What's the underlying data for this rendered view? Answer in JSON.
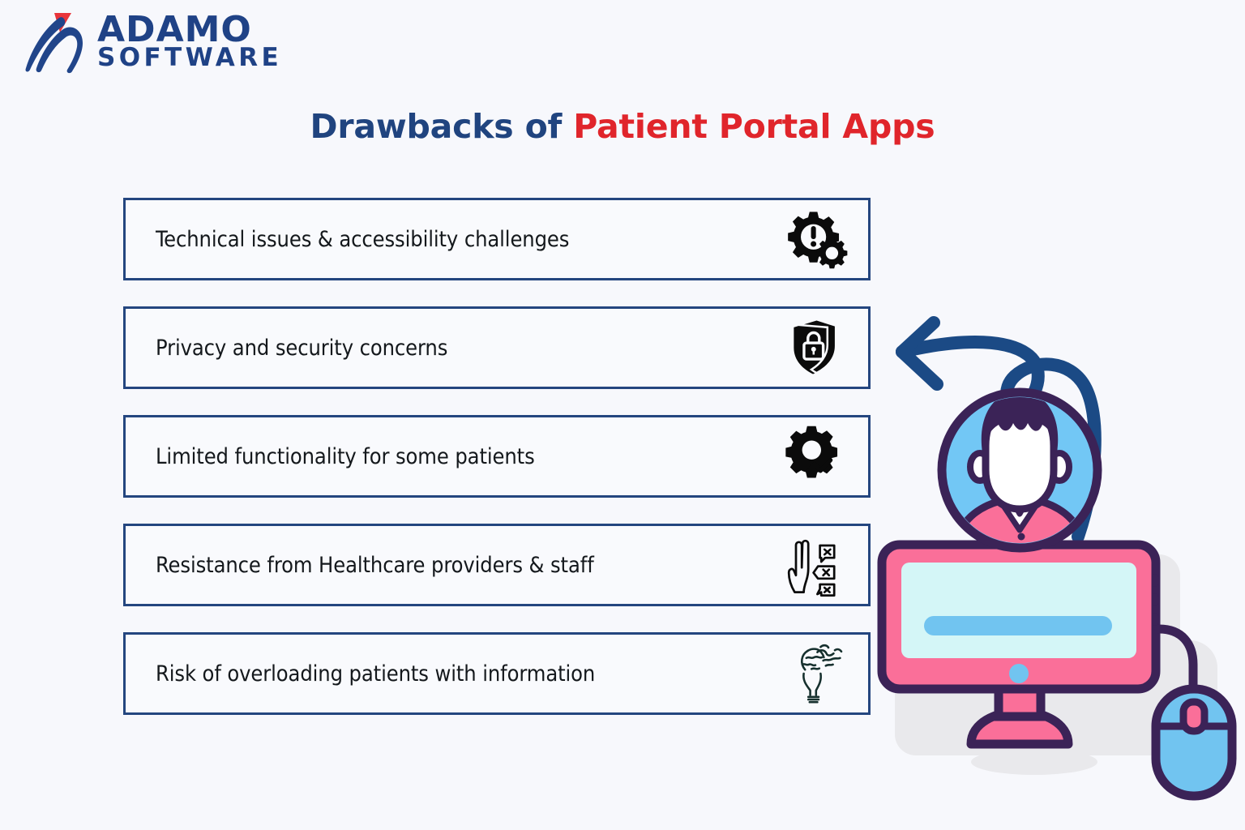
{
  "brand": {
    "logo_icon": "adamo-peak-logo-icon",
    "name_line1": "ADAMO",
    "name_line2": "SOFTWARE",
    "color_blue": "#1f4286",
    "color_red": "#e0252b"
  },
  "title": {
    "part1": "Drawbacks of ",
    "part2": "Patient Portal Apps",
    "part1_color": "#20447f",
    "part2_color": "#e0252b"
  },
  "list": {
    "border_color": "#24467f",
    "items": [
      {
        "label": "Technical issues & accessibility challenges",
        "icon": "gears-warning-icon"
      },
      {
        "label": "Privacy and security concerns",
        "icon": "shield-lock-icon"
      },
      {
        "label": "Limited functionality for some patients",
        "icon": "gear-chart-icon"
      },
      {
        "label": "Resistance from Healthcare providers & staff",
        "icon": "hand-stop-rejection-icon"
      },
      {
        "label": "Risk of overloading patients with information",
        "icon": "lightbulb-overload-icon"
      }
    ]
  },
  "illustration": {
    "name": "patient-portal-desktop-illustration",
    "elements": [
      "curved-arrow-icon",
      "user-avatar-icon",
      "desktop-monitor-icon",
      "computer-mouse-icon"
    ],
    "colors": {
      "arrow": "#1b4a85",
      "monitor_frame": "#fa6f99",
      "screen": "#d4f6f7",
      "outline": "#3b2357",
      "avatar_bg": "#72c7f5",
      "accent_blue": "#71c4f0",
      "shadow": "#e8e8ea"
    }
  },
  "background_color": "#f7f8fc"
}
